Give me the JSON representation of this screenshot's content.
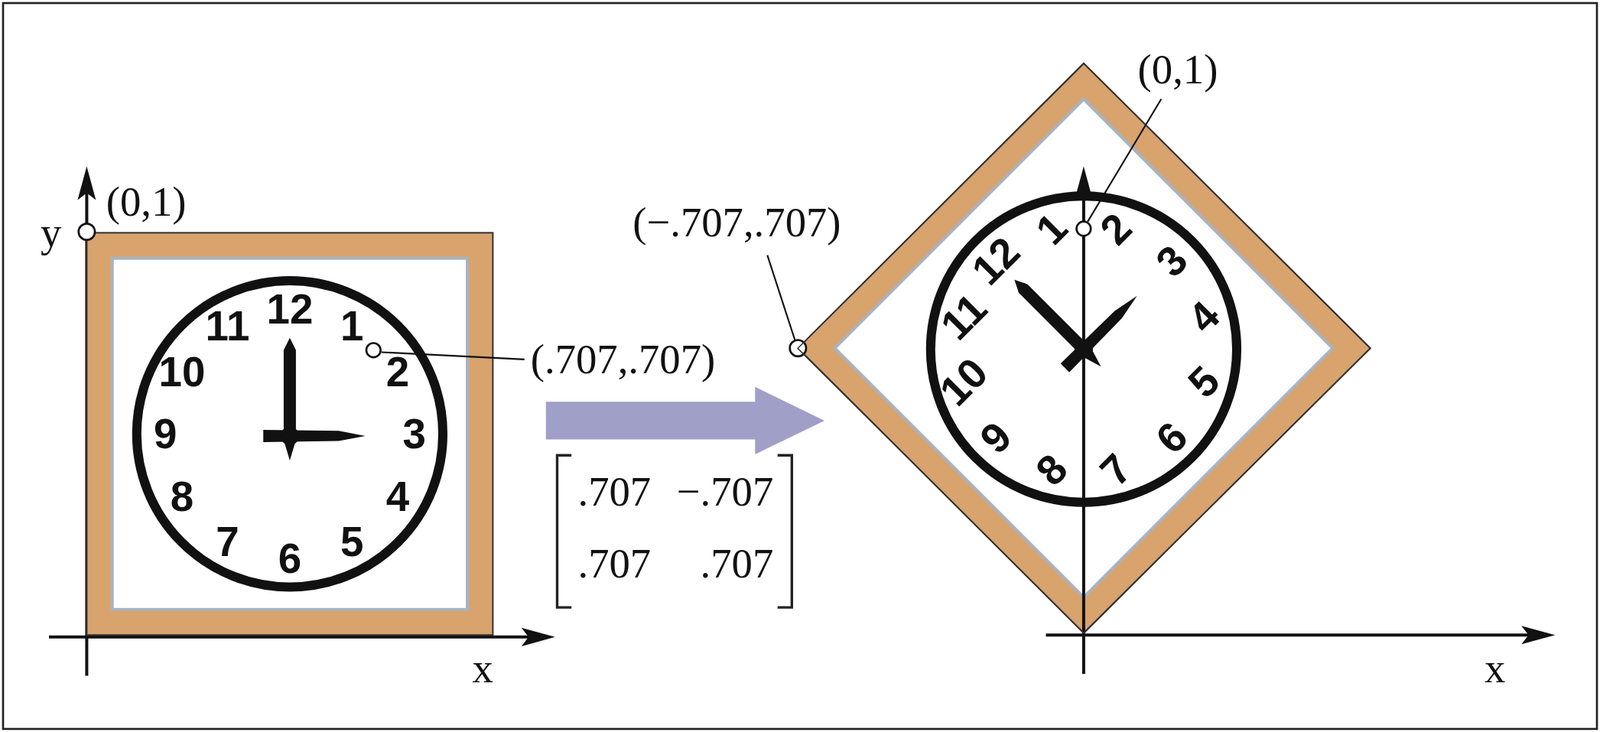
{
  "diagram": {
    "nodes": [
      {
        "text": [
          "12",
          "1",
          "2",
          "3",
          "4",
          "5",
          "6",
          "7",
          "8",
          "9",
          "10",
          "11"
        ]
      },
      {
        "text": [
          "12",
          "1",
          "2",
          "3",
          "4",
          "5",
          "6",
          "7",
          "8",
          "9",
          "10",
          "11"
        ]
      }
    ],
    "edges": [
      {
        "from": 0,
        "to": 1,
        "arrow": "to"
      }
    ],
    "labels": [
      "y",
      "(0,1)",
      "(.707,.707)",
      "x",
      ".707",
      "−.707",
      ".707",
      ".707",
      "(−.707,.707)",
      "(0,1)",
      "x"
    ]
  }
}
